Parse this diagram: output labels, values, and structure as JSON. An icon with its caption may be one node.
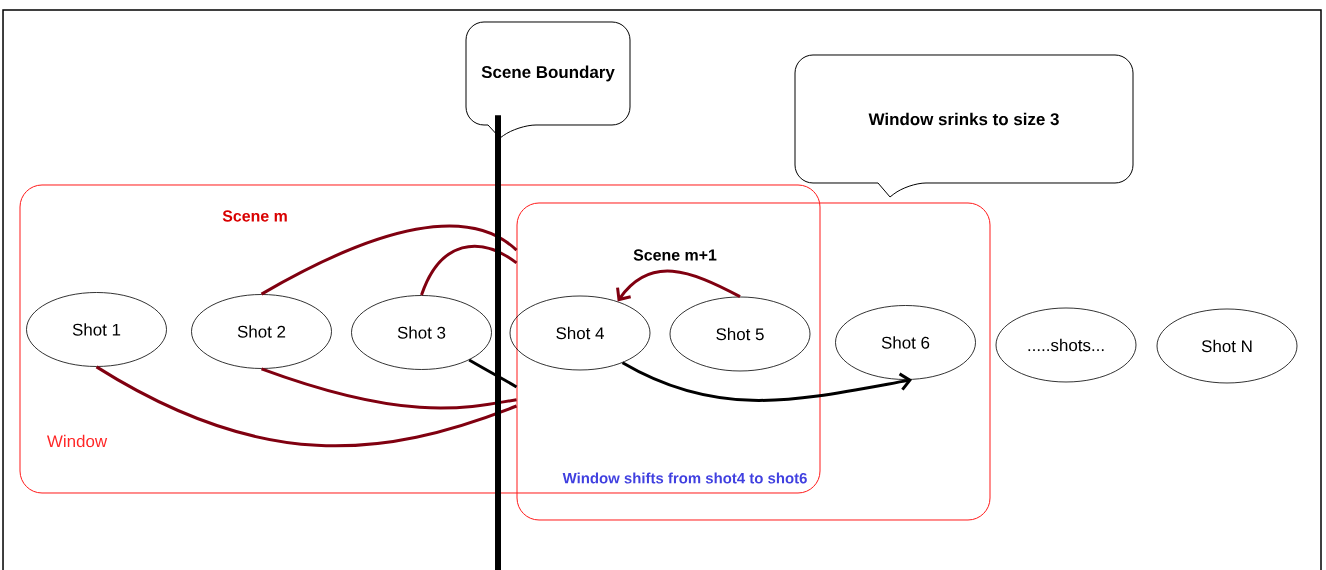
{
  "diagram": {
    "nodes": [
      {
        "text": [
          "Scene m",
          "Window"
        ]
      },
      {
        "text": [
          "Scene m+1",
          "Window shifts from shot4 to shot6"
        ]
      },
      {
        "text": [
          "Scene Boundary"
        ]
      },
      {
        "text": [
          "Window srinks to size 3"
        ]
      },
      {
        "text": [
          "Shot 1"
        ],
        "in": 0
      },
      {
        "text": [
          "Shot 2"
        ],
        "in": 0
      },
      {
        "text": [
          "Shot 3"
        ],
        "in": 0
      },
      {
        "text": [
          "Shot 4"
        ]
      },
      {
        "text": [
          "Shot 5"
        ]
      },
      {
        "text": [
          "Shot 6"
        ],
        "in": 1
      },
      {
        "text": [
          ".....shots..."
        ]
      },
      {
        "text": [
          "Shot N"
        ]
      }
    ],
    "edges": [
      {
        "from": 5,
        "to": 1,
        "arrow": "none"
      },
      {
        "from": 6,
        "to": 1,
        "arrow": "none"
      },
      {
        "from": 5,
        "to": 1,
        "arrow": "none"
      },
      {
        "from": 4,
        "to": 1,
        "arrow": "none"
      },
      {
        "from": 6,
        "to": 1,
        "arrow": "none",
        "color": "#000000"
      },
      {
        "from": 8,
        "to": 7,
        "arrow": "to"
      },
      {
        "from": 7,
        "to": 9,
        "arrow": "to",
        "color": "#000000"
      },
      {
        "from": 2,
        "to": null,
        "arrow": "none",
        "style": "thick",
        "color": "#000000"
      }
    ]
  }
}
